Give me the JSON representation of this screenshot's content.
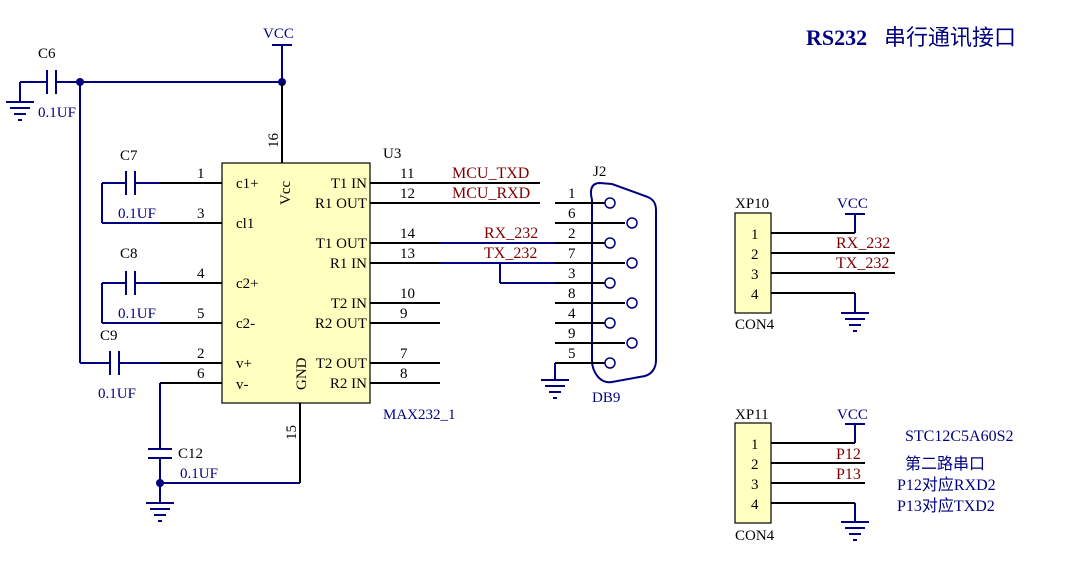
{
  "title": {
    "bold": "RS232",
    "rest": "串行通讯接口"
  },
  "vcc_label": "VCC",
  "u3": {
    "ref": "U3",
    "part": "MAX232_1",
    "left_pins": [
      {
        "num": "1",
        "name": "c1+"
      },
      {
        "num": "3",
        "name": "cl1"
      },
      {
        "num": "4",
        "name": "c2+"
      },
      {
        "num": "5",
        "name": "c2-"
      },
      {
        "num": "2",
        "name": "v+"
      },
      {
        "num": "6",
        "name": "v-"
      }
    ],
    "right_pins": [
      {
        "num": "11",
        "name": "T1 IN"
      },
      {
        "num": "12",
        "name": "R1 OUT"
      },
      {
        "num": "14",
        "name": "T1 OUT"
      },
      {
        "num": "13",
        "name": "R1 IN"
      },
      {
        "num": "10",
        "name": "T2 IN"
      },
      {
        "num": "9",
        "name": "R2 OUT"
      },
      {
        "num": "7",
        "name": "T2 OUT"
      },
      {
        "num": "8",
        "name": "R2 IN"
      }
    ],
    "top_pin": {
      "num": "16",
      "name": "Vcc"
    },
    "bottom_pin": {
      "num": "15",
      "name": "GND"
    }
  },
  "capacitors": [
    {
      "ref": "C6",
      "value": "0.1UF"
    },
    {
      "ref": "C7",
      "value": "0.1UF"
    },
    {
      "ref": "C8",
      "value": "0.1UF"
    },
    {
      "ref": "C9",
      "value": "0.1UF"
    },
    {
      "ref": "C12",
      "value": "0.1UF"
    }
  ],
  "nets": {
    "mcu_txd": "MCU_TXD",
    "mcu_rxd": "MCU_RXD",
    "rx_232": "RX_232",
    "tx_232": "TX_232",
    "p12": "P12",
    "p13": "P13"
  },
  "j2": {
    "ref": "J2",
    "part": "DB9",
    "pins": [
      "1",
      "6",
      "2",
      "7",
      "3",
      "8",
      "4",
      "9",
      "5"
    ]
  },
  "xp10": {
    "ref": "XP10",
    "part": "CON4",
    "pins": [
      "1",
      "2",
      "3",
      "4"
    ]
  },
  "xp11": {
    "ref": "XP11",
    "part": "CON4",
    "pins": [
      "1",
      "2",
      "3",
      "4"
    ]
  },
  "notes": [
    "STC12C5A60S2",
    "第二路串口",
    "P12对应RXD2",
    "P13对应TXD2"
  ]
}
